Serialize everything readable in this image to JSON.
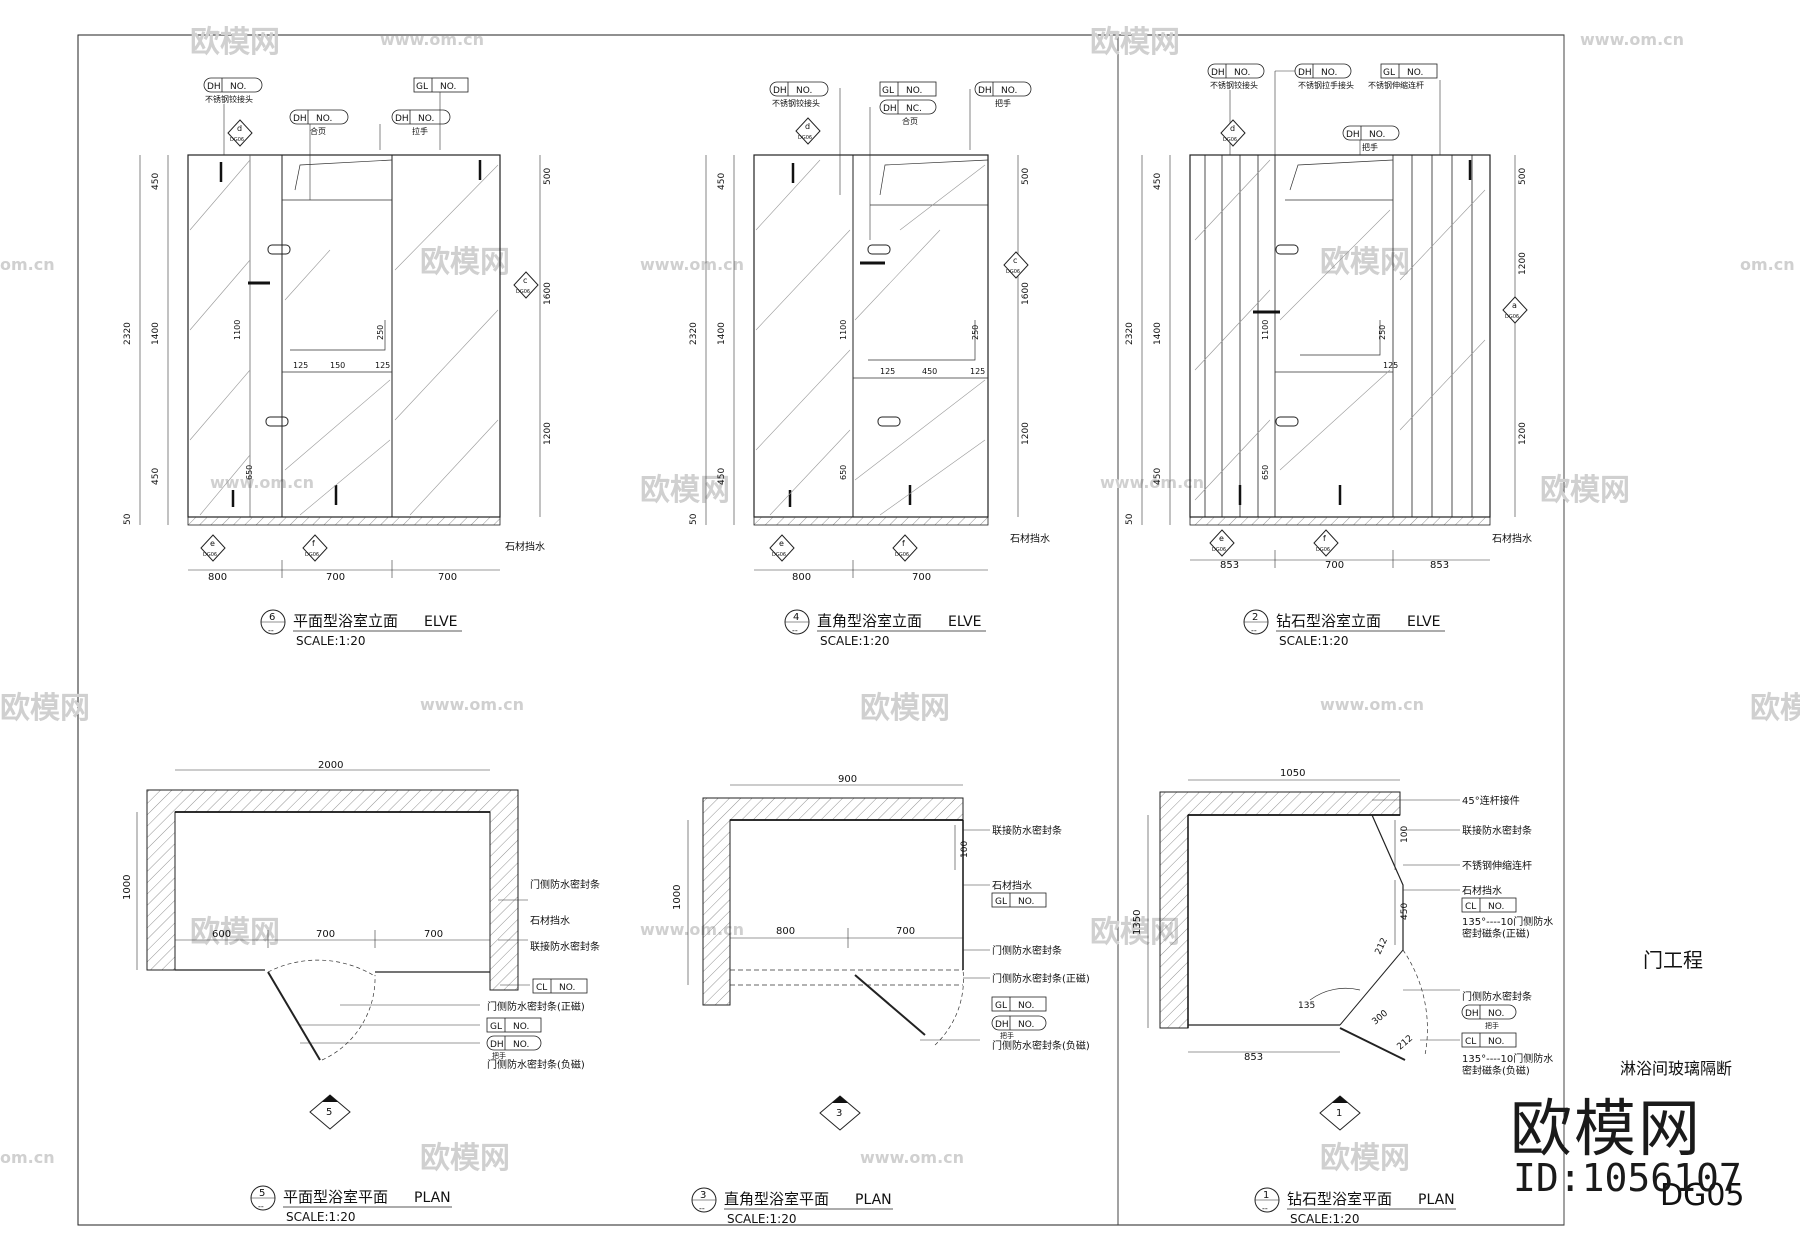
{
  "sheet": {
    "project_title": "门工程",
    "drawing_title": "淋浴间玻璃隔断",
    "sheet_no": "DG05",
    "watermark_brand": "欧模网",
    "watermark_url": "www.om.cn",
    "watermark_side": "om.cn",
    "watermark_id": "ID:1056107"
  },
  "elevations": [
    {
      "no": "6",
      "title": "平面型浴室立面",
      "suffix": "ELVE",
      "scale": "SCALE:1:20",
      "sub": "--"
    },
    {
      "no": "4",
      "title": "直角型浴室立面",
      "suffix": "ELVE",
      "scale": "SCALE:1:20",
      "sub": "--"
    },
    {
      "no": "2",
      "title": "钻石型浴室立面",
      "suffix": "ELVE",
      "scale": "SCALE:1:20",
      "sub": "--"
    }
  ],
  "plans": [
    {
      "no": "5",
      "title": "平面型浴室平面",
      "suffix": "PLAN",
      "scale": "SCALE:1:20",
      "sub": "--"
    },
    {
      "no": "3",
      "title": "直角型浴室平面",
      "suffix": "PLAN",
      "scale": "SCALE:1:20",
      "sub": "--"
    },
    {
      "no": "1",
      "title": "钻石型浴室平面",
      "suffix": "PLAN",
      "scale": "SCALE:1:20",
      "sub": "--"
    }
  ],
  "tags": {
    "dh": "DH",
    "gl": "GL",
    "cl": "CL",
    "no": "NO.",
    "nc": "NC."
  },
  "notes": {
    "e6_hinge": "不锈钢铰接头",
    "e6_hinge2": "合页",
    "e6_pull": "拉手",
    "e4_hinge": "不锈钢铰接头",
    "e4_hinge2": "合页",
    "e4_handle": "把手",
    "e2_a": "不锈钢铰接头",
    "e2_b": "不锈钢拉手接头",
    "e2_c": "不锈钢伸缩连杆",
    "e2_handle": "把手",
    "stone_sill": "石材挡水",
    "p5_1": "门侧防水密封条",
    "p5_2": "石材挡水",
    "p5_3": "联接防水密封条",
    "p5_4": "门侧防水密封条(正磁)",
    "p5_5": "门侧防水密封条(负磁)",
    "p5_6": "把手",
    "p3_1": "联接防水密封条",
    "p3_2": "石材挡水",
    "p3_3": "门侧防水密封条",
    "p3_4": "门侧防水密封条(正磁)",
    "p3_5": "门侧防水密封条(负磁)",
    "p3_6": "把手",
    "p1_1": "45°连杆接件",
    "p1_2": "联接防水密封条",
    "p1_3": "不锈钢伸缩连杆",
    "p1_4": "石材挡水",
    "p1_5": "135°----10门侧防水",
    "p1_6": "密封磁条(正磁)",
    "p1_7": "门侧防水密封条",
    "p1_8": "把手",
    "p1_9": "135°----10门侧防水",
    "p1_10": "密封磁条(负磁)"
  },
  "dims": {
    "e6_w": [
      "800",
      "700",
      "700"
    ],
    "e6_h": [
      "450",
      "2320",
      "1400",
      "450",
      "50"
    ],
    "e6_r": [
      "500",
      "1600",
      "1200"
    ],
    "e6_in": [
      "1100",
      "250",
      "125",
      "150",
      "125",
      "650"
    ],
    "e4_w": [
      "800",
      "700"
    ],
    "e4_h": [
      "450",
      "2320",
      "1400",
      "450",
      "50"
    ],
    "e4_r": [
      "500",
      "1600",
      "1200"
    ],
    "e4_in": [
      "1100",
      "250",
      "125",
      "450",
      "125",
      "650"
    ],
    "e2_w": [
      "853",
      "700",
      "853"
    ],
    "e2_h": [
      "450",
      "2320",
      "1400",
      "450",
      "50"
    ],
    "e2_r": [
      "500",
      "1200",
      "1200"
    ],
    "e2_in": [
      "1100",
      "250",
      "125",
      "650"
    ],
    "p5": [
      "2000",
      "1000",
      "600",
      "700",
      "700"
    ],
    "p3": [
      "900",
      "1000",
      "800",
      "700",
      "100"
    ],
    "p1": [
      "1050",
      "1350",
      "100",
      "450",
      "212",
      "135",
      "853",
      "300",
      "212"
    ]
  },
  "callouts": {
    "d": "d",
    "c": "c",
    "e": "e",
    "f": "f",
    "a": "a",
    "ref": "DG06"
  }
}
